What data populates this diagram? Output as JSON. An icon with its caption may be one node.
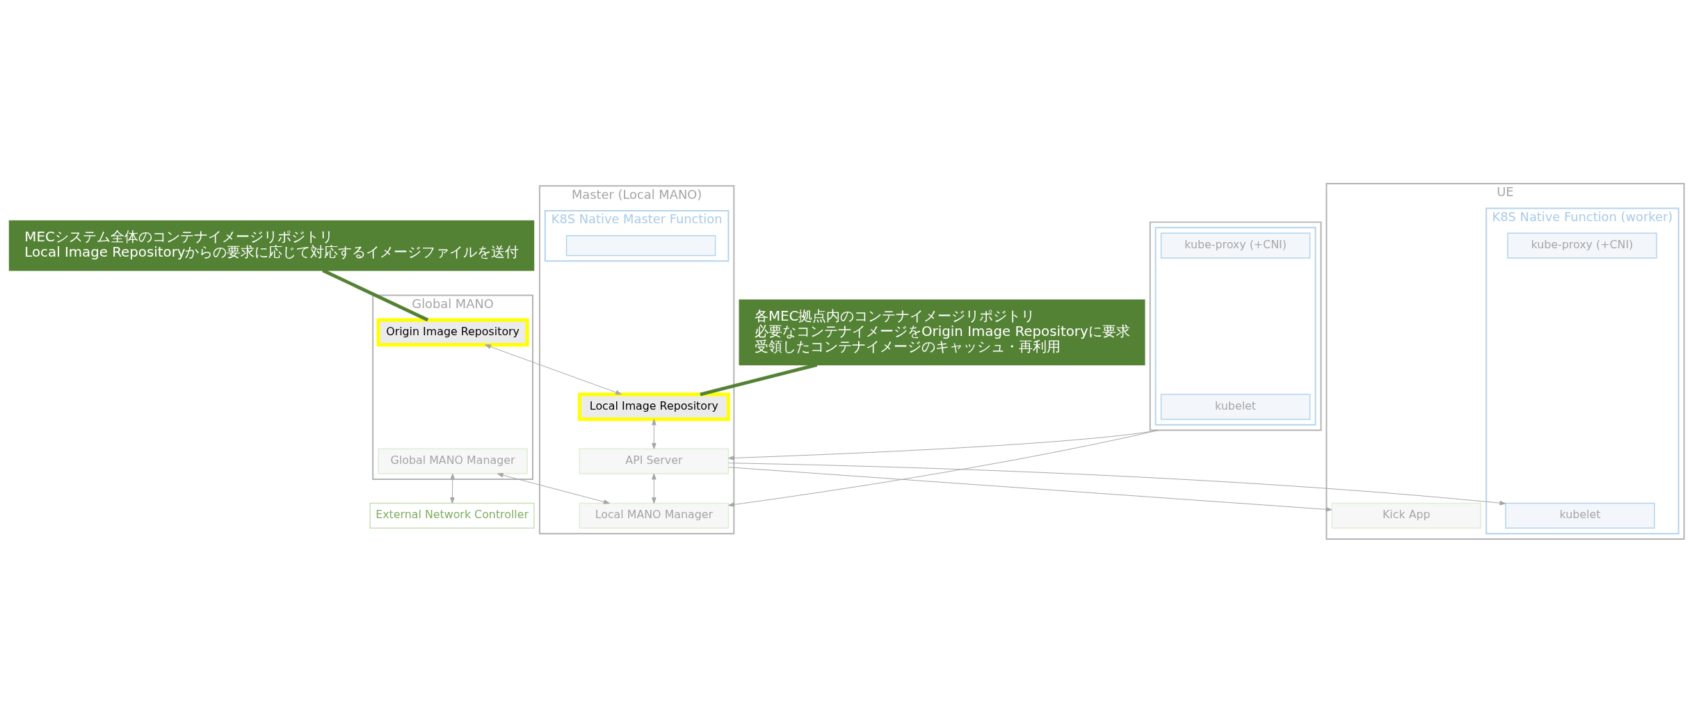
{
  "diagram": {
    "nodes": [
      {
        "text": [
          "Global MANO"
        ]
      },
      {
        "text": [
          "Origin Image Repository"
        ],
        "in": 0
      },
      {
        "text": [
          "Global MANO Manager"
        ],
        "in": 0
      },
      {
        "text": [
          "External Network Controller"
        ]
      },
      {
        "text": [
          "UE"
        ]
      },
      {
        "text": [
          "Kick App"
        ],
        "in": 4
      },
      {
        "text": [
          "K8S Native Function (worker)"
        ],
        "in": 4
      },
      {
        "text": [
          "kubelet"
        ],
        "in": 6
      },
      {
        "text": [
          "kube-proxy (+CNI)"
        ],
        "in": 6
      },
      {
        "text": [
          "Master (Local MANO)"
        ]
      },
      {
        "text": [
          "Local Image Repository"
        ],
        "in": 9
      },
      {
        "text": [
          "Local MANO Manager"
        ],
        "in": 9
      },
      {
        "text": [
          "API Server"
        ],
        "in": 9
      },
      {
        "text": [
          "K8S Native Master Function"
        ],
        "in": 9
      },
      {
        "text": [],
        "shape": "box",
        "in": 13
      },
      {
        "text": [],
        "shape": "box"
      },
      {
        "text": [],
        "shape": "box",
        "in": 15
      },
      {
        "text": [
          "kubelet"
        ],
        "in": 16
      },
      {
        "text": [
          "kube-proxy (+CNI)"
        ],
        "in": 16
      },
      {
        "text": [
          "各MEC拠点内のコンテナイメージリポジトリ",
          "必要なコンテナイメージをOrigin Image Repositoryに要求",
          "受領したコンテナイメージのキャッシュ・再利用"
        ]
      },
      {
        "text": [
          "MECシステム全体のコンテナイメージリポジトリ",
          "Local Image Repositoryからの要求に応じて対応するイメージファイルを送付"
        ]
      }
    ],
    "edges": [
      {
        "from": 1,
        "to": 10,
        "arrow": "both"
      },
      {
        "from": 2,
        "to": 3,
        "arrow": "both"
      },
      {
        "from": 2,
        "to": 11,
        "arrow": "both"
      },
      {
        "from": 10,
        "to": 12,
        "arrow": "both"
      },
      {
        "from": 12,
        "to": 11,
        "arrow": "both"
      },
      {
        "from": 12,
        "to": 5,
        "arrow": "to"
      },
      {
        "from": 12,
        "to": 7,
        "arrow": "to"
      },
      {
        "from": 15,
        "to": 12,
        "arrow": "to"
      },
      {
        "from": 15,
        "to": 11,
        "arrow": "to"
      },
      {
        "from": 19,
        "to": 10,
        "arrow": "none",
        "style": "thick",
        "color": "#548235"
      },
      {
        "from": 20,
        "to": 1,
        "arrow": "none",
        "style": "thick",
        "color": "#548235"
      }
    ]
  }
}
